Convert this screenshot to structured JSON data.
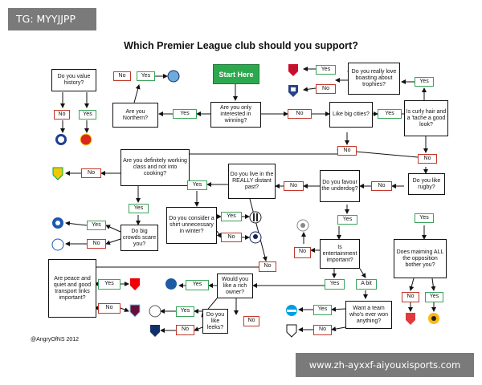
{
  "overlay": {
    "tag": "TG: MYYJJPP",
    "url": "www.zh-ayxxf-aiyouxisports.com"
  },
  "title": "Which Premier League club should you support?",
  "credit": "@AngryOfNS 2012",
  "start": "Start Here",
  "questions": {
    "q_value_history": "Do you value history?",
    "q_northern": "Are you Northern?",
    "q_winning": "Are you only interested in winning?",
    "q_big_cities": "Like big cities?",
    "q_boasting": "Do you really love boasting about trophies?",
    "q_curly_hair": "Is curly hair and a 'tache a good look?",
    "q_working_class": "Are you definitely working class and not into cooking?",
    "q_distant_past": "Do you live in the REALLY distant past?",
    "q_underdog": "Do you favour the underdog?",
    "q_rugby": "Do you like rugby?",
    "q_shirt": "Do you consider a shirt unnecessary in winter?",
    "q_big_crowds": "Do big crowds scare you?",
    "q_entertainment": "Is entertainment important?",
    "q_maiming": "Does maiming ALL the opposition bother you?",
    "q_peace": "Are peace and quiet and good transport links important?",
    "q_rich_owner": "Would you like a rich owner?",
    "q_leeks": "Do you like leeks?",
    "q_won_anything": "Want a team who's ever won anything?"
  },
  "answers": {
    "yes": "Yes",
    "no": "No",
    "a_bit": "A bit"
  },
  "clubs": [
    {
      "name": "Manchester City crest",
      "color": "#6cabdd"
    },
    {
      "name": "Chelsea crest",
      "color": "#1c3f94"
    },
    {
      "name": "Manchester United crest",
      "color": "#da291c"
    },
    {
      "name": "Liverpool crest",
      "color": "#c8102e"
    },
    {
      "name": "Everton crest",
      "color": "#274488"
    },
    {
      "name": "Norwich City crest",
      "color": "#f2c900"
    },
    {
      "name": "Newcastle United crest",
      "color": "#222222"
    },
    {
      "name": "Tottenham Hotspur crest",
      "color": "#132257"
    },
    {
      "name": "Wigan Athletic crest",
      "color": "#1d59af"
    },
    {
      "name": "Bolton Wanderers crest",
      "color": "#888888"
    },
    {
      "name": "Arsenal crest",
      "color": "#ef0107"
    },
    {
      "name": "Queens Park Rangers crest",
      "color": "#1d5ba4"
    },
    {
      "name": "Aston Villa crest",
      "color": "#670e36"
    },
    {
      "name": "Swansea City crest",
      "color": "#555555"
    },
    {
      "name": "West Bromwich Albion crest",
      "color": "#122f67"
    },
    {
      "name": "Blackburn Rovers crest",
      "color": "#009ee0"
    },
    {
      "name": "Fulham crest",
      "color": "#111111"
    },
    {
      "name": "Stoke City crest",
      "color": "#e03a3e"
    },
    {
      "name": "Wolverhampton Wanderers crest",
      "color": "#fdb913"
    }
  ]
}
